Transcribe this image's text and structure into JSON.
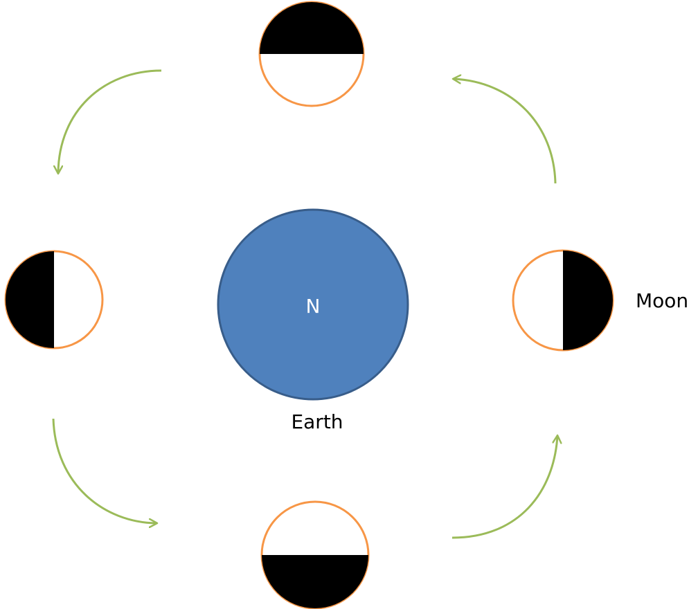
{
  "labels": {
    "north": "N",
    "earth": "Earth",
    "moon": "Moon"
  },
  "colors": {
    "earth_fill": "#4f81bd",
    "earth_stroke": "#385d8a",
    "moon_outline": "#f79646",
    "moon_dark": "#000000",
    "arrow": "#9bbb59",
    "north_text": "#ffffff",
    "label_text": "#000000"
  }
}
